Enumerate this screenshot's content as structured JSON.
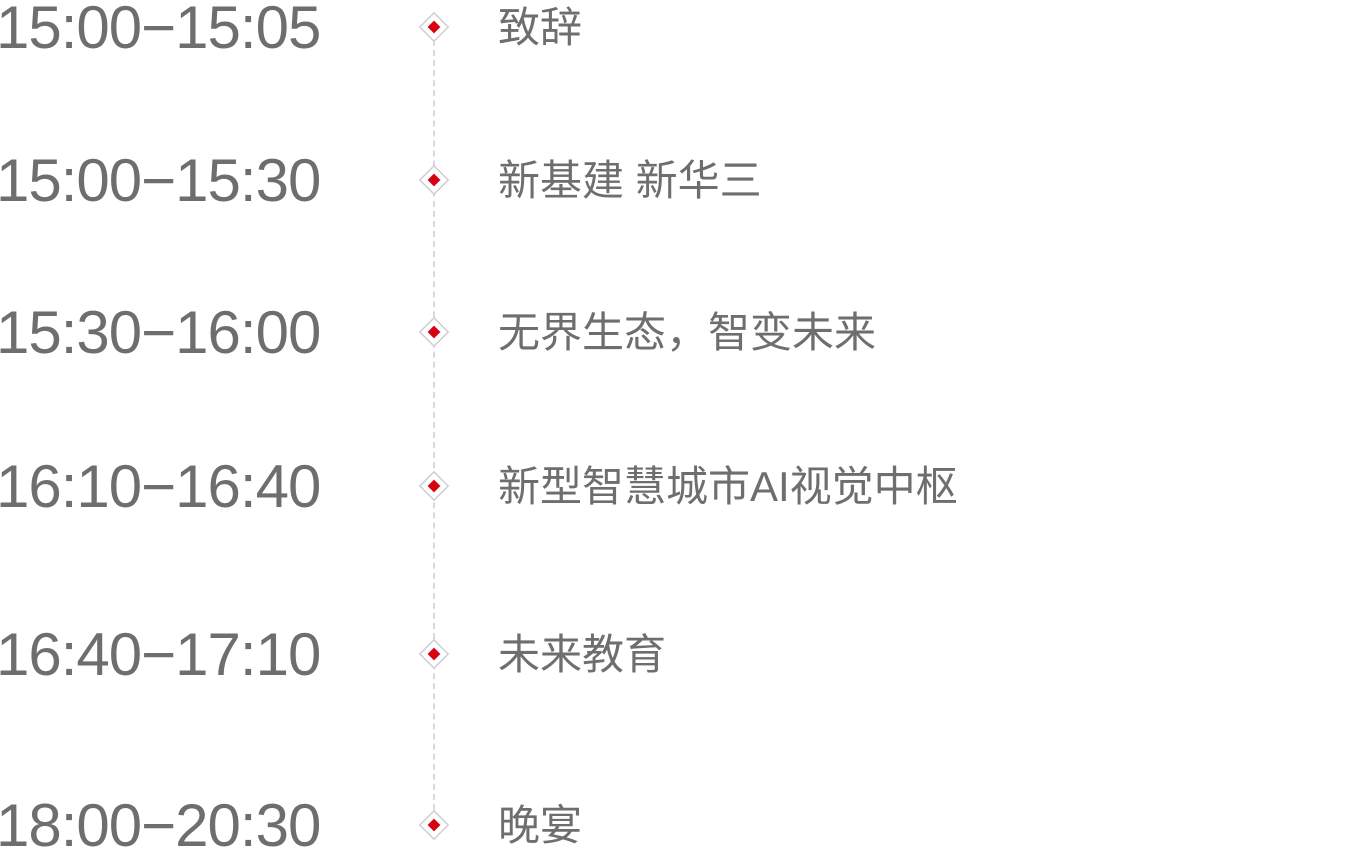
{
  "colors": {
    "accent": "#d7000f",
    "text": "#6e6e6e",
    "marker_border": "#cfcfcf",
    "line": "#d9d9d9"
  },
  "agenda": [
    {
      "time": "15:00−15:05",
      "title": "致辞"
    },
    {
      "time": "15:00−15:30",
      "title": "新基建 新华三"
    },
    {
      "time": "15:30−16:00",
      "title": "无界生态，智变未来"
    },
    {
      "time": "16:10−16:40",
      "title": "新型智慧城市AI视觉中枢"
    },
    {
      "time": "16:40−17:10",
      "title": "未来教育"
    },
    {
      "time": "18:00−20:30",
      "title": "晚宴"
    }
  ]
}
